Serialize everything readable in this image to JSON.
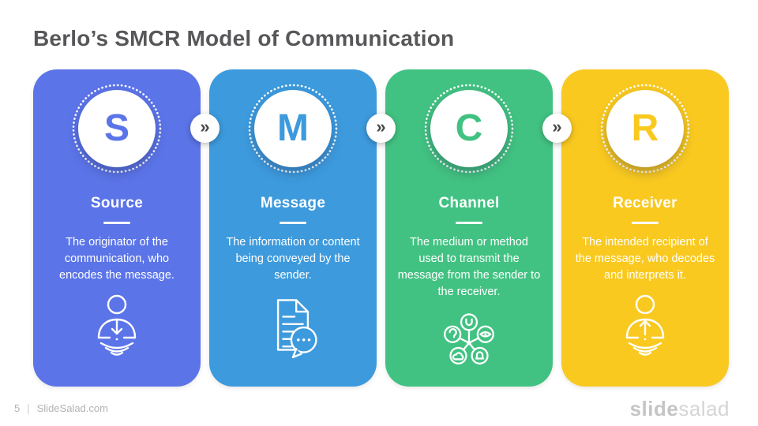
{
  "slide": {
    "title": "Berlo’s SMCR Model of Communication"
  },
  "cards": [
    {
      "letter": "S",
      "title": "Source",
      "description": "The originator of the communication, who encodes the message.",
      "color": "#5B74E8",
      "icon": "person-encoding-icon"
    },
    {
      "letter": "M",
      "title": "Message",
      "description": "The information or content being conveyed by the sender.",
      "color": "#3D9ADD",
      "icon": "document-chat-icon"
    },
    {
      "letter": "C",
      "title": "Channel",
      "description": "The medium or method used to transmit the message from the sender to the receiver.",
      "color": "#42C282",
      "icon": "five-senses-icon"
    },
    {
      "letter": "R",
      "title": "Receiver",
      "description": "The intended recipient of the message, who decodes and interprets it.",
      "color": "#F9C920",
      "icon": "person-decoding-icon"
    }
  ],
  "separator": {
    "symbol": "»"
  },
  "footer": {
    "page_number": "5",
    "divider": "|",
    "site": "SlideSalad.com",
    "logo_bold": "slide",
    "logo_light": "salad"
  },
  "colors": {
    "title_text": "#57575a",
    "footer_text": "#b3b3b3",
    "chevron_glyph": "#4a4a4a",
    "card_source": "#5B74E8",
    "card_message": "#3D9ADD",
    "card_channel": "#42C282",
    "card_receiver": "#F9C920"
  }
}
